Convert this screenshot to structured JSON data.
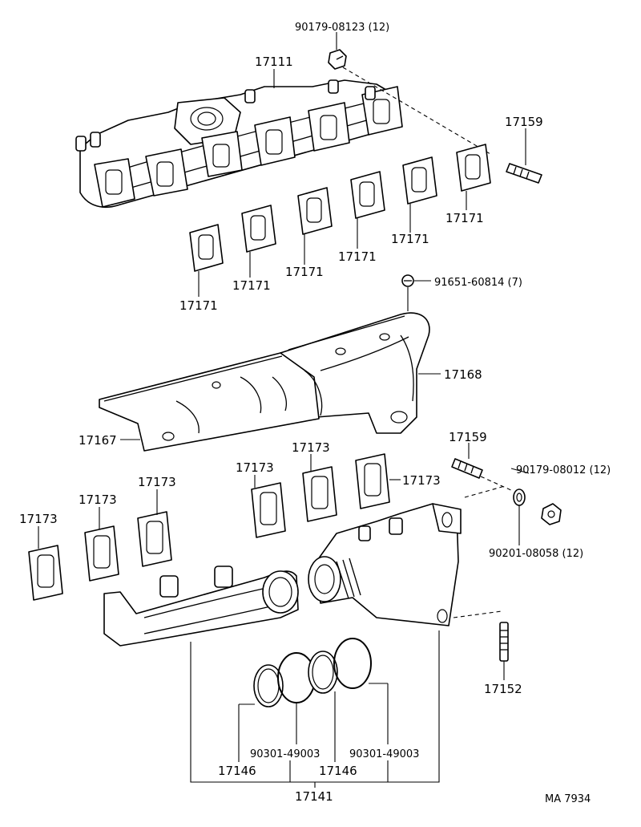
{
  "diagram": {
    "footer_code": "MA  7934",
    "labels": {
      "nut_top": "90179-08123 (12)",
      "manifold_upper": "17111",
      "stud_upper": "17159",
      "gasket_upper_a": "17171",
      "gasket_upper_b": "17171",
      "gasket_upper_c": "17171",
      "gasket_upper_d": "17171",
      "gasket_upper_e": "17171",
      "gasket_upper_f": "17171",
      "bolt_insulator": "91651-60814 (7)",
      "insulator_rear": "17168",
      "insulator_front": "17167",
      "stud_lower": "17159",
      "nut_lower": "90179-08012 (12)",
      "washer_lower": "90201-08058 (12)",
      "gasket_lower_a": "17173",
      "gasket_lower_b": "17173",
      "gasket_lower_c": "17173",
      "gasket_lower_d": "17173",
      "gasket_lower_e": "17173",
      "gasket_lower_f": "17173",
      "stud_bottom": "17152",
      "ring_a": "90301-49003",
      "ring_b": "90301-49003",
      "seal_a": "17146",
      "seal_b": "17146",
      "manifold_lower": "17141"
    }
  }
}
